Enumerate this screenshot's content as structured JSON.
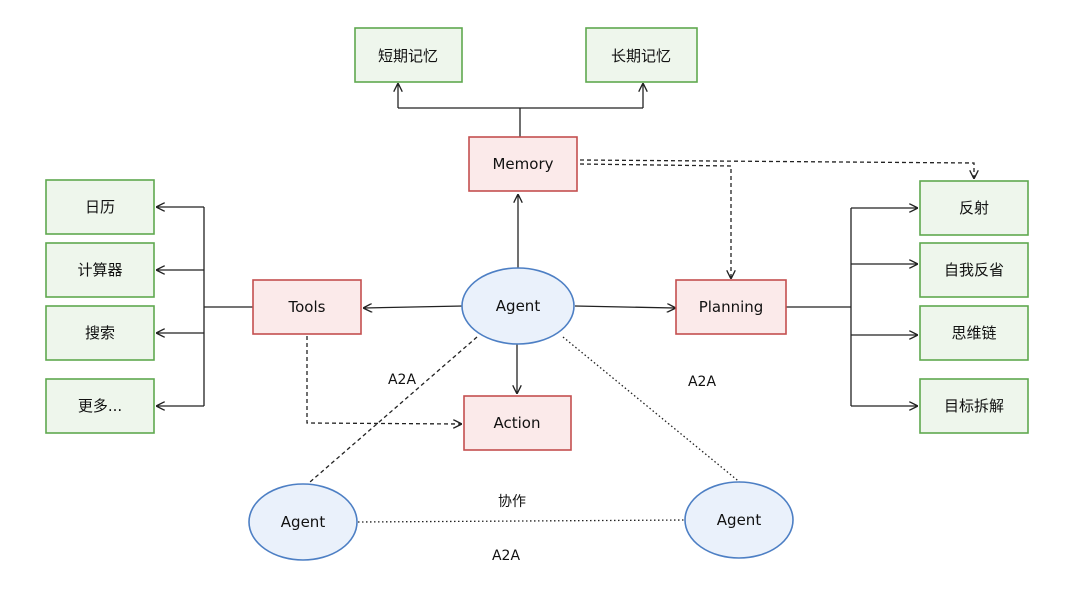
{
  "nodes": {
    "short_memory": "短期记忆",
    "long_memory": "长期记忆",
    "memory": "Memory",
    "calendar": "日历",
    "calculator": "计算器",
    "search": "搜索",
    "more": "更多...",
    "tools": "Tools",
    "agent_center": "Agent",
    "planning": "Planning",
    "action": "Action",
    "reflection": "反射",
    "self_reflection": "自我反省",
    "chain_of_thought": "思维链",
    "goal_decomposition": "目标拆解",
    "agent_left": "Agent",
    "agent_right": "Agent"
  },
  "edge_labels": {
    "a2a_left": "A2A",
    "a2a_right": "A2A",
    "a2a_bottom": "A2A",
    "collaboration": "协作"
  },
  "colors": {
    "green_stroke": "#5fa84f",
    "green_fill": "#eef6ec",
    "red_stroke": "#c44f4f",
    "red_fill": "#fbeaea",
    "blue_stroke": "#4d7fc4",
    "blue_fill": "#eaf1fb"
  }
}
